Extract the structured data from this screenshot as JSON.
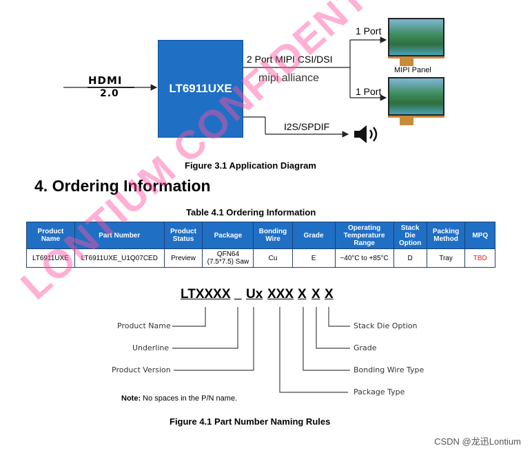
{
  "diagram": {
    "hdmi_logo": "HDMI",
    "hdmi_version": "2.0",
    "chip_label": "LT6911UXE",
    "mipi_label": "2 Port MIPI CSI/DSI",
    "mipi_alliance": "mipi alliance",
    "port_top": "1 Port",
    "port_bottom": "1 Port",
    "panel_label": "MIPI Panel",
    "audio_label": "I2S/SPDIF",
    "speaker_icon": "speaker-icon"
  },
  "figure31_caption": "Figure 3.1    Application Diagram",
  "section_title": "4. Ordering Information",
  "table_caption": "Table 4.1    Ordering Information",
  "table": {
    "headers": [
      "Product Name",
      "Part Number",
      "Product Status",
      "Package",
      "Bonding Wire",
      "Grade",
      "Operating Temperature Range",
      "Stack Die Option",
      "Packing Method",
      "MPQ"
    ],
    "row": [
      "LT6911UXE",
      "LT6911UXE_U1Q07CED",
      "Preview",
      "QFN64 (7.5*7.5) Saw",
      "Cu",
      "E",
      "−40°C to +85°C",
      "D",
      "Tray",
      "TBD"
    ],
    "tbd_color": "#e0201c"
  },
  "naming": {
    "part_pattern": [
      "LTXXXX",
      "_",
      "Ux",
      "XXX",
      "X",
      "X",
      "X"
    ],
    "labels_left": [
      "Product Name",
      "Underline",
      "Product Version"
    ],
    "labels_right": [
      "Stack Die Option",
      "Grade",
      "Bonding Wire Type",
      "Package Type"
    ],
    "note_bold": "Note:",
    "note_text": " No spaces in the P/N name."
  },
  "figure41_caption": "Figure 4.1    Part Number Naming Rules",
  "watermark": "LONTIUM CONFIDENTIAL",
  "footer": "CSDN @龙迅Lontium",
  "colors": {
    "chip_blue": "#1f6fc5",
    "watermark_pink": "#ff50a0"
  }
}
